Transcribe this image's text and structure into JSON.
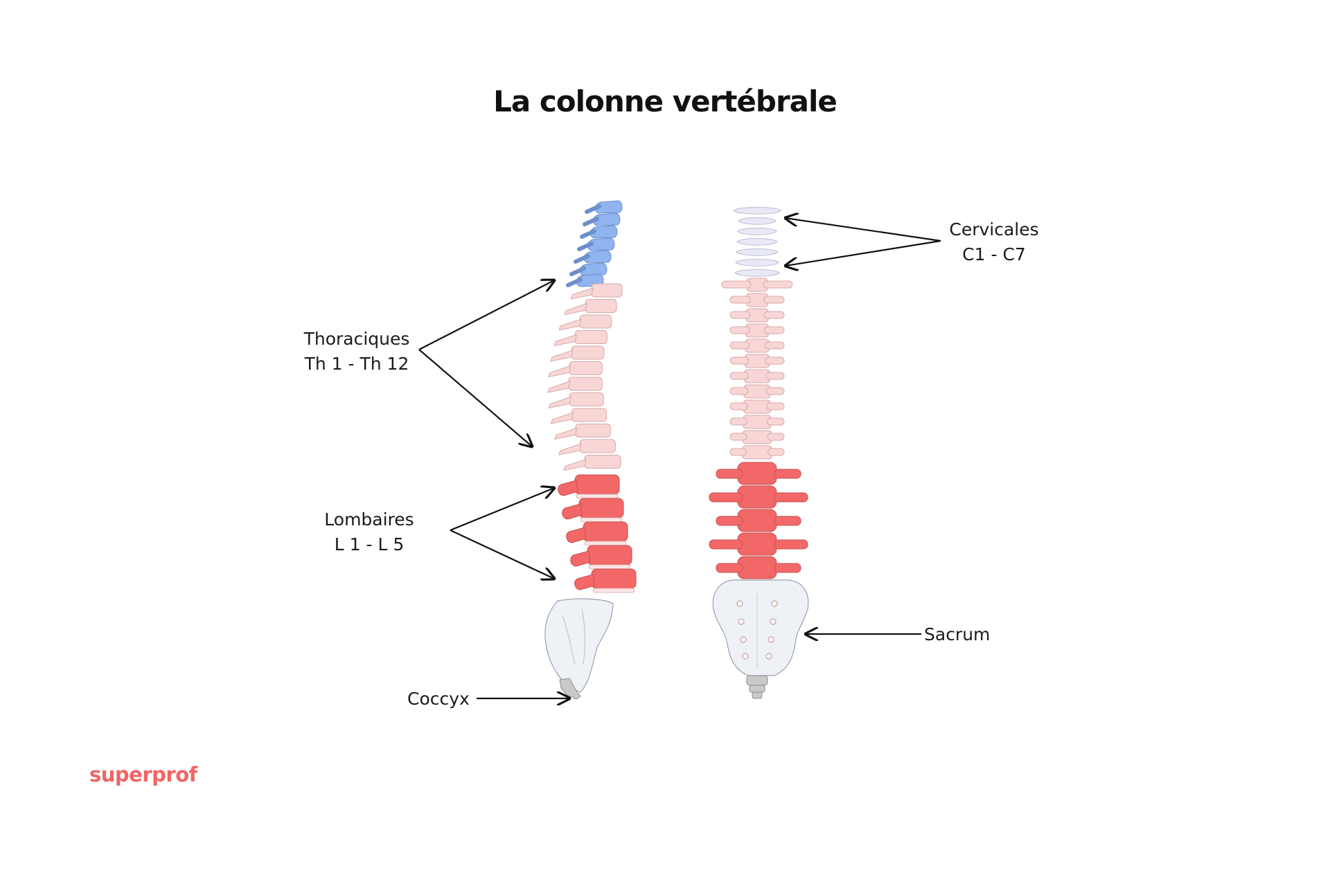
{
  "title": "La colonne vertébrale",
  "labels": {
    "cervicales": {
      "name": "Cervicales",
      "range": "C1 - C7"
    },
    "thoraciques": {
      "name": "Thoraciques",
      "range": "Th 1 - Th 12"
    },
    "lombaires": {
      "name": "Lombaires",
      "range": "L 1 - L 5"
    },
    "sacrum": {
      "name": "Sacrum"
    },
    "coccyx": {
      "name": "Coccyx"
    }
  },
  "brand": "superprof",
  "colors": {
    "cervical_side": "#8fb4ef",
    "cervical_front": "#e9e9f6",
    "thoracic": "#f8d6d6",
    "lumbar": "#f26868",
    "sacrum": "#eef1f6",
    "coccyx": "#c9c9c9",
    "brand": "#f26363"
  }
}
